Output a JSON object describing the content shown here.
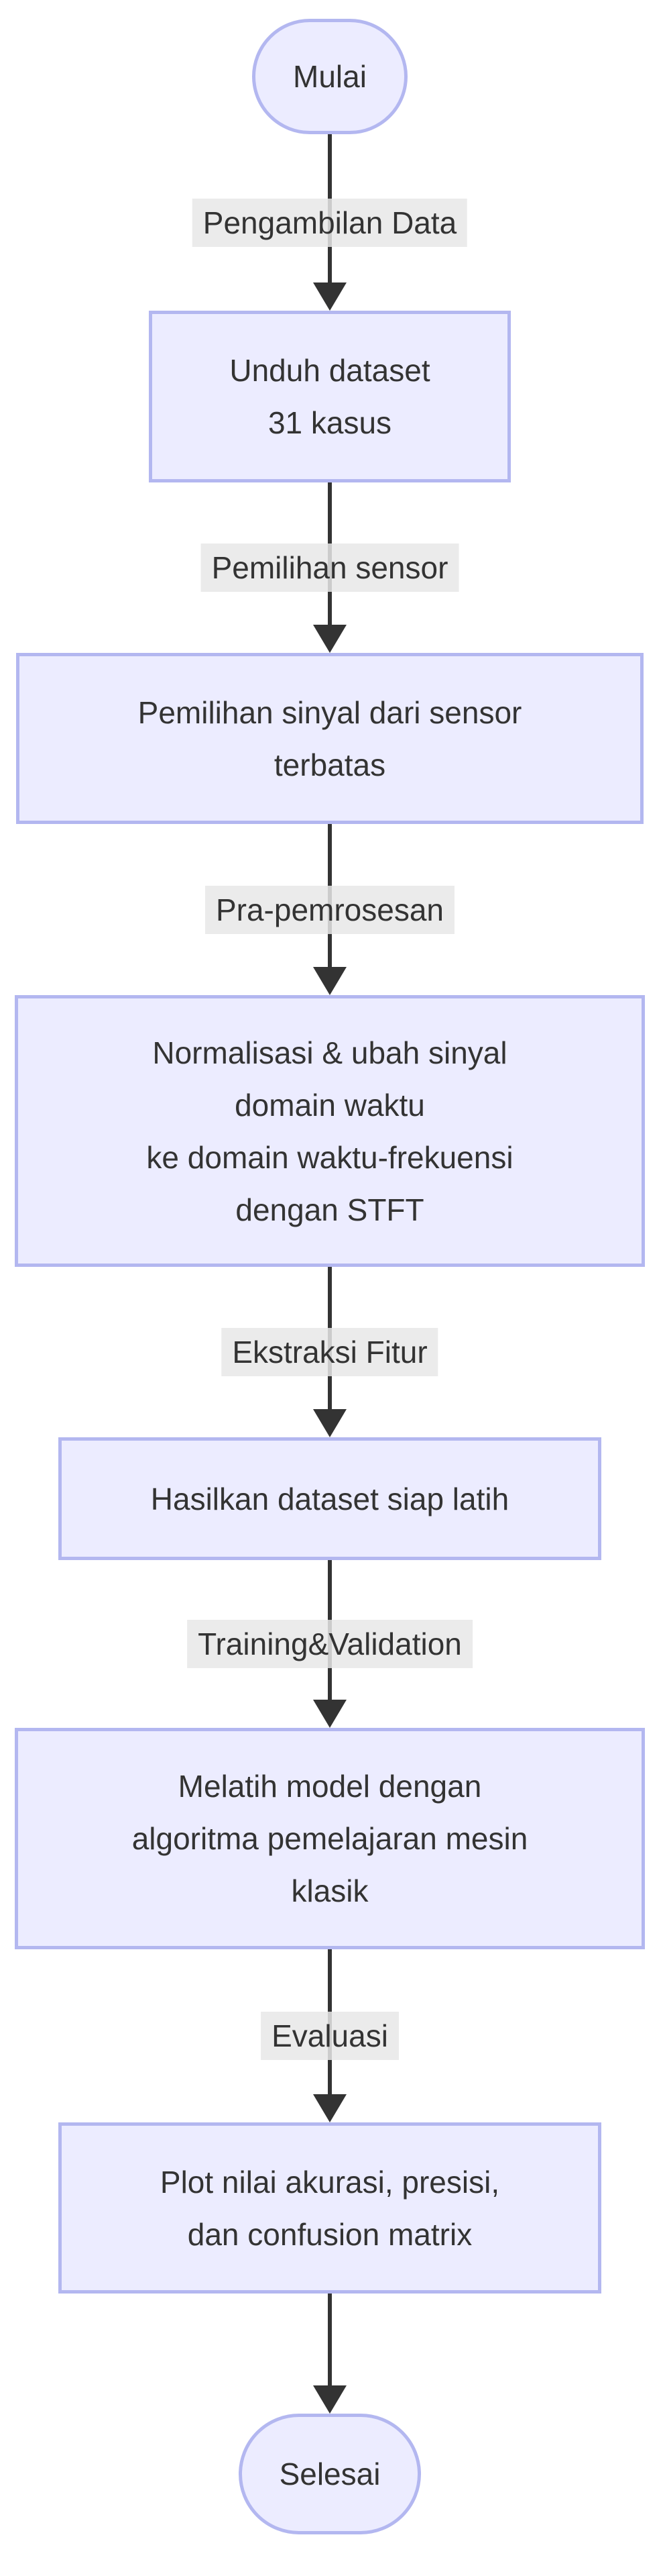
{
  "colors": {
    "node_fill": "#ECECFF",
    "node_border": "#B3B7F0",
    "edge_color": "#333333",
    "edge_label_bg": "#E8E8E8",
    "text_color": "#333333",
    "background": "#FFFFFF"
  },
  "flowchart": {
    "start_node": {
      "label": "Mulai"
    },
    "end_node": {
      "label": "Selesai"
    },
    "steps": [
      {
        "edge_label": "Pengambilan Data",
        "box_lines": [
          "Unduh dataset",
          "31 kasus"
        ]
      },
      {
        "edge_label": "Pemilihan sensor",
        "box_lines": [
          "Pemilihan sinyal dari sensor",
          "terbatas"
        ]
      },
      {
        "edge_label": "Pra-pemrosesan",
        "box_lines": [
          "Normalisasi & ubah sinyal",
          "domain waktu",
          "ke domain waktu-frekuensi",
          "dengan STFT"
        ]
      },
      {
        "edge_label": "Ekstraksi Fitur",
        "box_lines": [
          "Hasilkan dataset siap latih"
        ]
      },
      {
        "edge_label": "Training&Validation",
        "box_lines": [
          "Melatih model dengan",
          "algoritma pemelajaran mesin",
          "klasik"
        ]
      },
      {
        "edge_label": "Evaluasi",
        "box_lines": [
          "Plot nilai akurasi, presisi,",
          "dan confusion matrix"
        ]
      }
    ]
  }
}
